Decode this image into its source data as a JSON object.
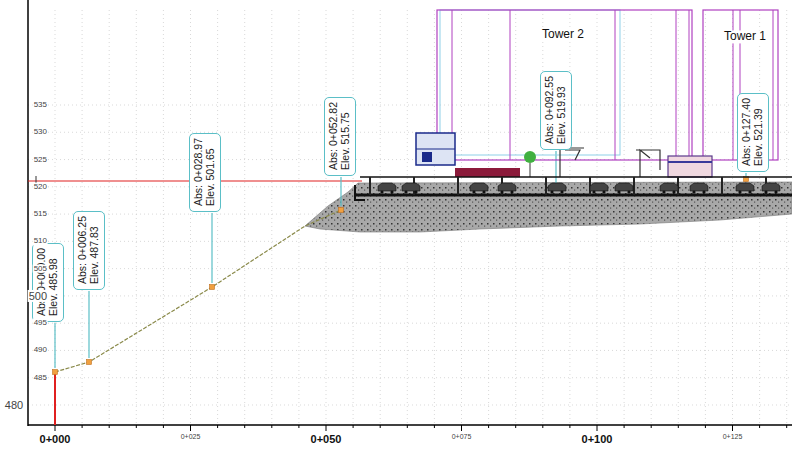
{
  "diagram": {
    "nodes": [
      {
        "text": [
          "Abs: 0+000.00",
          "Elev. 485.98"
        ]
      },
      {
        "text": [
          "Abs: 0+006.25",
          "Elev. 487.83"
        ]
      },
      {
        "text": [
          "Abs: 0+028.97",
          "Elev. 501.65"
        ]
      },
      {
        "text": [
          "Abs: 0+052.82",
          "Elev. 515.75"
        ]
      },
      {
        "text": [
          "Abs: 0+092.55",
          "Elev. 519.93"
        ]
      },
      {
        "text": [
          "Abs: 0+127.40",
          "Elev. 521.39"
        ]
      }
    ],
    "labels": [
      "535",
      "530",
      "525",
      "520",
      "515",
      "510",
      "505",
      "500",
      "495",
      "490",
      "485",
      "480",
      "0+000",
      "0+025",
      "0+050",
      "0+075",
      "0+100",
      "0+125",
      "Tower 2",
      "Tower 1"
    ]
  }
}
